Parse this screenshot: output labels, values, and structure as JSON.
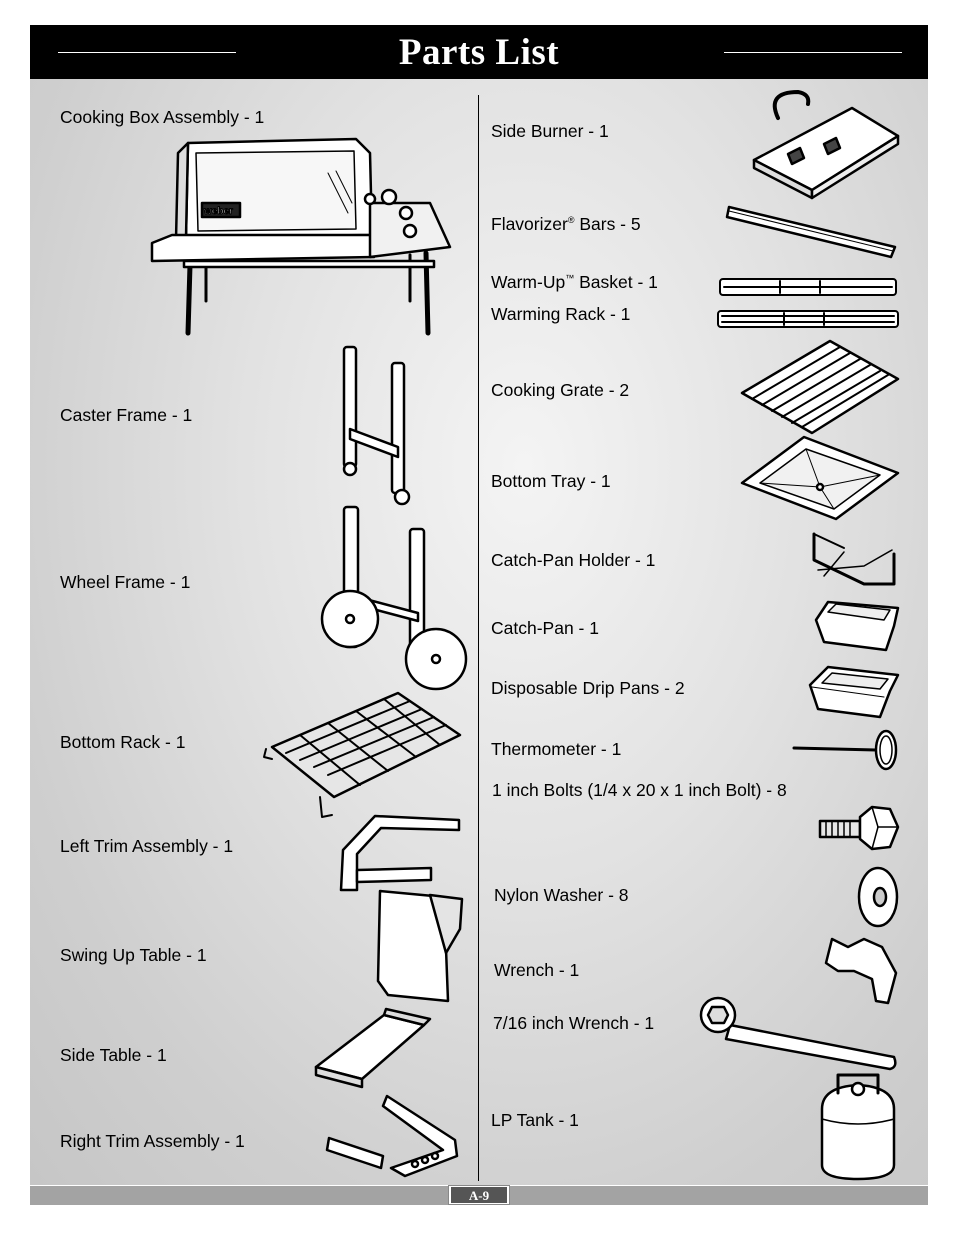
{
  "header": {
    "title": "Parts List"
  },
  "left_parts": [
    {
      "label": "Cooking Box Assembly - 1",
      "icon": "grill-icon"
    },
    {
      "label": "Caster Frame - 1",
      "icon": "caster-frame-icon"
    },
    {
      "label": "Wheel Frame - 1",
      "icon": "wheel-frame-icon"
    },
    {
      "label": "Bottom Rack - 1",
      "icon": "bottom-rack-icon"
    },
    {
      "label": "Left Trim Assembly - 1",
      "icon": "left-trim-icon"
    },
    {
      "label": "Swing Up Table - 1",
      "icon": "swing-up-table-icon"
    },
    {
      "label": "Side Table - 1",
      "icon": "side-table-icon"
    },
    {
      "label": "Right Trim Assembly - 1",
      "icon": "right-trim-icon"
    }
  ],
  "right_parts": [
    {
      "label": "Side Burner - 1",
      "icon": "side-burner-icon"
    },
    {
      "label_pre": "Flavorizer",
      "mark": "®",
      "label_post": " Bars - 5",
      "icon": "flavorizer-bar-icon"
    },
    {
      "label_pre": "Warm-Up",
      "mark": "™",
      "label_post": " Basket - 1",
      "icon": "warm-up-basket-icon"
    },
    {
      "label": "Warming Rack - 1",
      "icon": "warming-rack-icon"
    },
    {
      "label": "Cooking Grate - 2",
      "icon": "cooking-grate-icon"
    },
    {
      "label": "Bottom Tray - 1",
      "icon": "bottom-tray-icon"
    },
    {
      "label": "Catch-Pan Holder - 1",
      "icon": "catch-pan-holder-icon"
    },
    {
      "label": "Catch-Pan - 1",
      "icon": "catch-pan-icon"
    },
    {
      "label": "Disposable Drip Pans - 2",
      "icon": "drip-pan-icon"
    },
    {
      "label": "Thermometer - 1",
      "icon": "thermometer-icon"
    },
    {
      "label": "1 inch Bolts (1/4 x 20 x 1 inch Bolt) - 8",
      "icon": "bolt-icon"
    },
    {
      "label": "Nylon Washer - 8",
      "icon": "washer-icon"
    },
    {
      "label": "Wrench - 1",
      "icon": "wrench-icon"
    },
    {
      "label": "7/16 inch Wrench - 1",
      "icon": "open-wrench-icon"
    },
    {
      "label": "LP Tank - 1",
      "icon": "lp-tank-icon"
    }
  ],
  "grill_logo_text": "weber",
  "footer": {
    "page_number": "A-9"
  }
}
